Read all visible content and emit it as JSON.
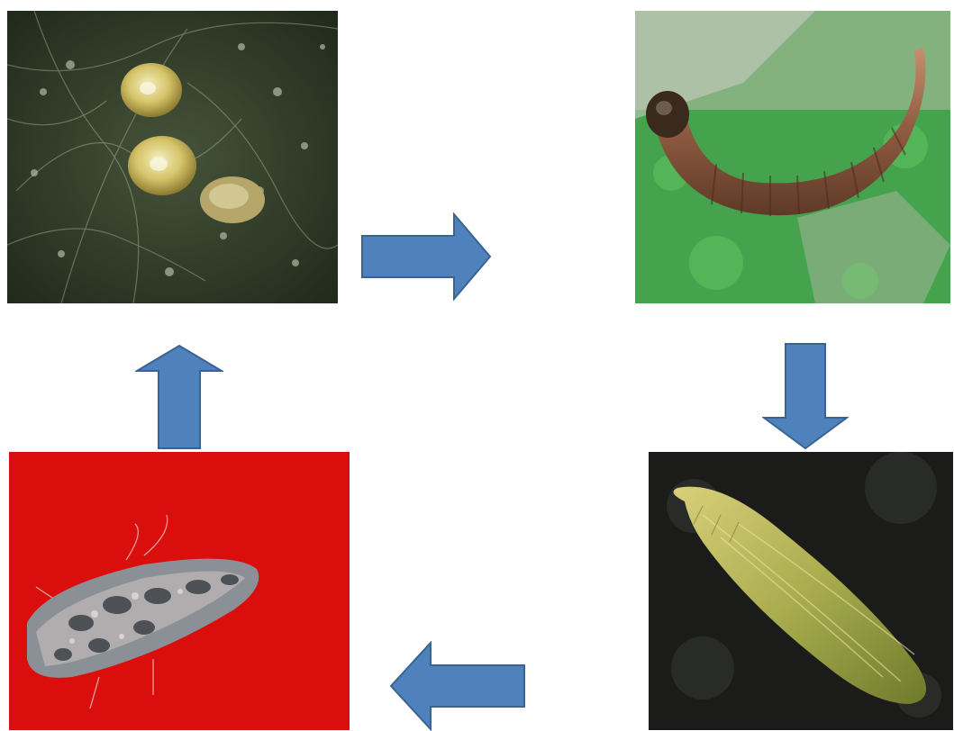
{
  "stages": [
    {
      "id": "egg",
      "icon": "egg-cluster-photo"
    },
    {
      "id": "larva",
      "icon": "caterpillar-larva-photo"
    },
    {
      "id": "pupa",
      "icon": "pupa-photo"
    },
    {
      "id": "adult",
      "icon": "moth-adult-photo"
    }
  ],
  "arrows": [
    {
      "from": "egg",
      "to": "larva",
      "direction": "right"
    },
    {
      "from": "larva",
      "to": "pupa",
      "direction": "down"
    },
    {
      "from": "pupa",
      "to": "adult",
      "direction": "left"
    },
    {
      "from": "adult",
      "to": "egg",
      "direction": "up"
    }
  ],
  "colors": {
    "arrow_fill": "#4f81bd",
    "arrow_stroke": "#3a6391",
    "egg_bg": "#2f3a2a",
    "larva_bg": "#3fa048",
    "pupa_bg": "#1a1a18",
    "adult_bg": "#e0100e"
  }
}
